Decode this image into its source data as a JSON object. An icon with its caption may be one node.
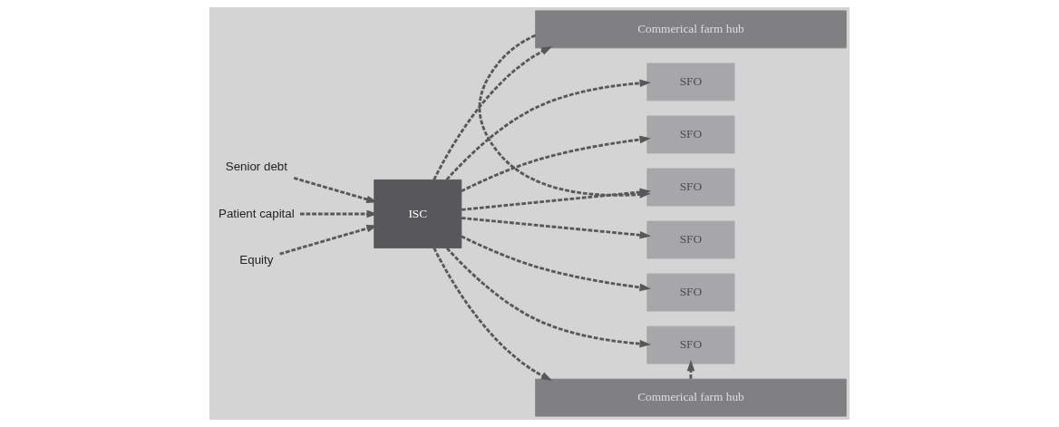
{
  "diagram": {
    "nodes": [
      {
        "text": [
          "Senior debt"
        ]
      },
      {
        "text": [
          "Patient capital"
        ]
      },
      {
        "text": [
          "Equity"
        ]
      },
      {
        "text": [
          "ISC"
        ]
      },
      {
        "text": [
          "Commerical farm hub"
        ]
      },
      {
        "text": [
          "SFO"
        ]
      },
      {
        "text": [
          "SFO"
        ]
      },
      {
        "text": [
          "SFO"
        ]
      },
      {
        "text": [
          "SFO"
        ]
      },
      {
        "text": [
          "SFO"
        ]
      },
      {
        "text": [
          "SFO"
        ]
      },
      {
        "text": [
          "Commerical farm hub"
        ]
      }
    ],
    "edges": [
      {
        "from": 0,
        "to": 3,
        "arrow": "to",
        "style": "dashed"
      },
      {
        "from": 1,
        "to": 3,
        "arrow": "to",
        "style": "dashed"
      },
      {
        "from": 2,
        "to": 3,
        "arrow": "to",
        "style": "dashed"
      },
      {
        "from": 3,
        "to": 4,
        "arrow": "to",
        "style": "dashed"
      },
      {
        "from": 3,
        "to": 5,
        "arrow": "to",
        "style": "dashed"
      },
      {
        "from": 3,
        "to": 6,
        "arrow": "to",
        "style": "dashed"
      },
      {
        "from": 3,
        "to": 7,
        "arrow": "to",
        "style": "dashed"
      },
      {
        "from": 4,
        "to": 7,
        "arrow": "to",
        "style": "dashed"
      },
      {
        "from": 3,
        "to": 8,
        "arrow": "to",
        "style": "dashed"
      },
      {
        "from": 3,
        "to": 9,
        "arrow": "to",
        "style": "dashed"
      },
      {
        "from": 3,
        "to": 10,
        "arrow": "to",
        "style": "dashed"
      },
      {
        "from": 3,
        "to": 11,
        "arrow": "to",
        "style": "dashed"
      },
      {
        "from": 11,
        "to": 10,
        "arrow": "to",
        "style": "dashed"
      }
    ]
  }
}
